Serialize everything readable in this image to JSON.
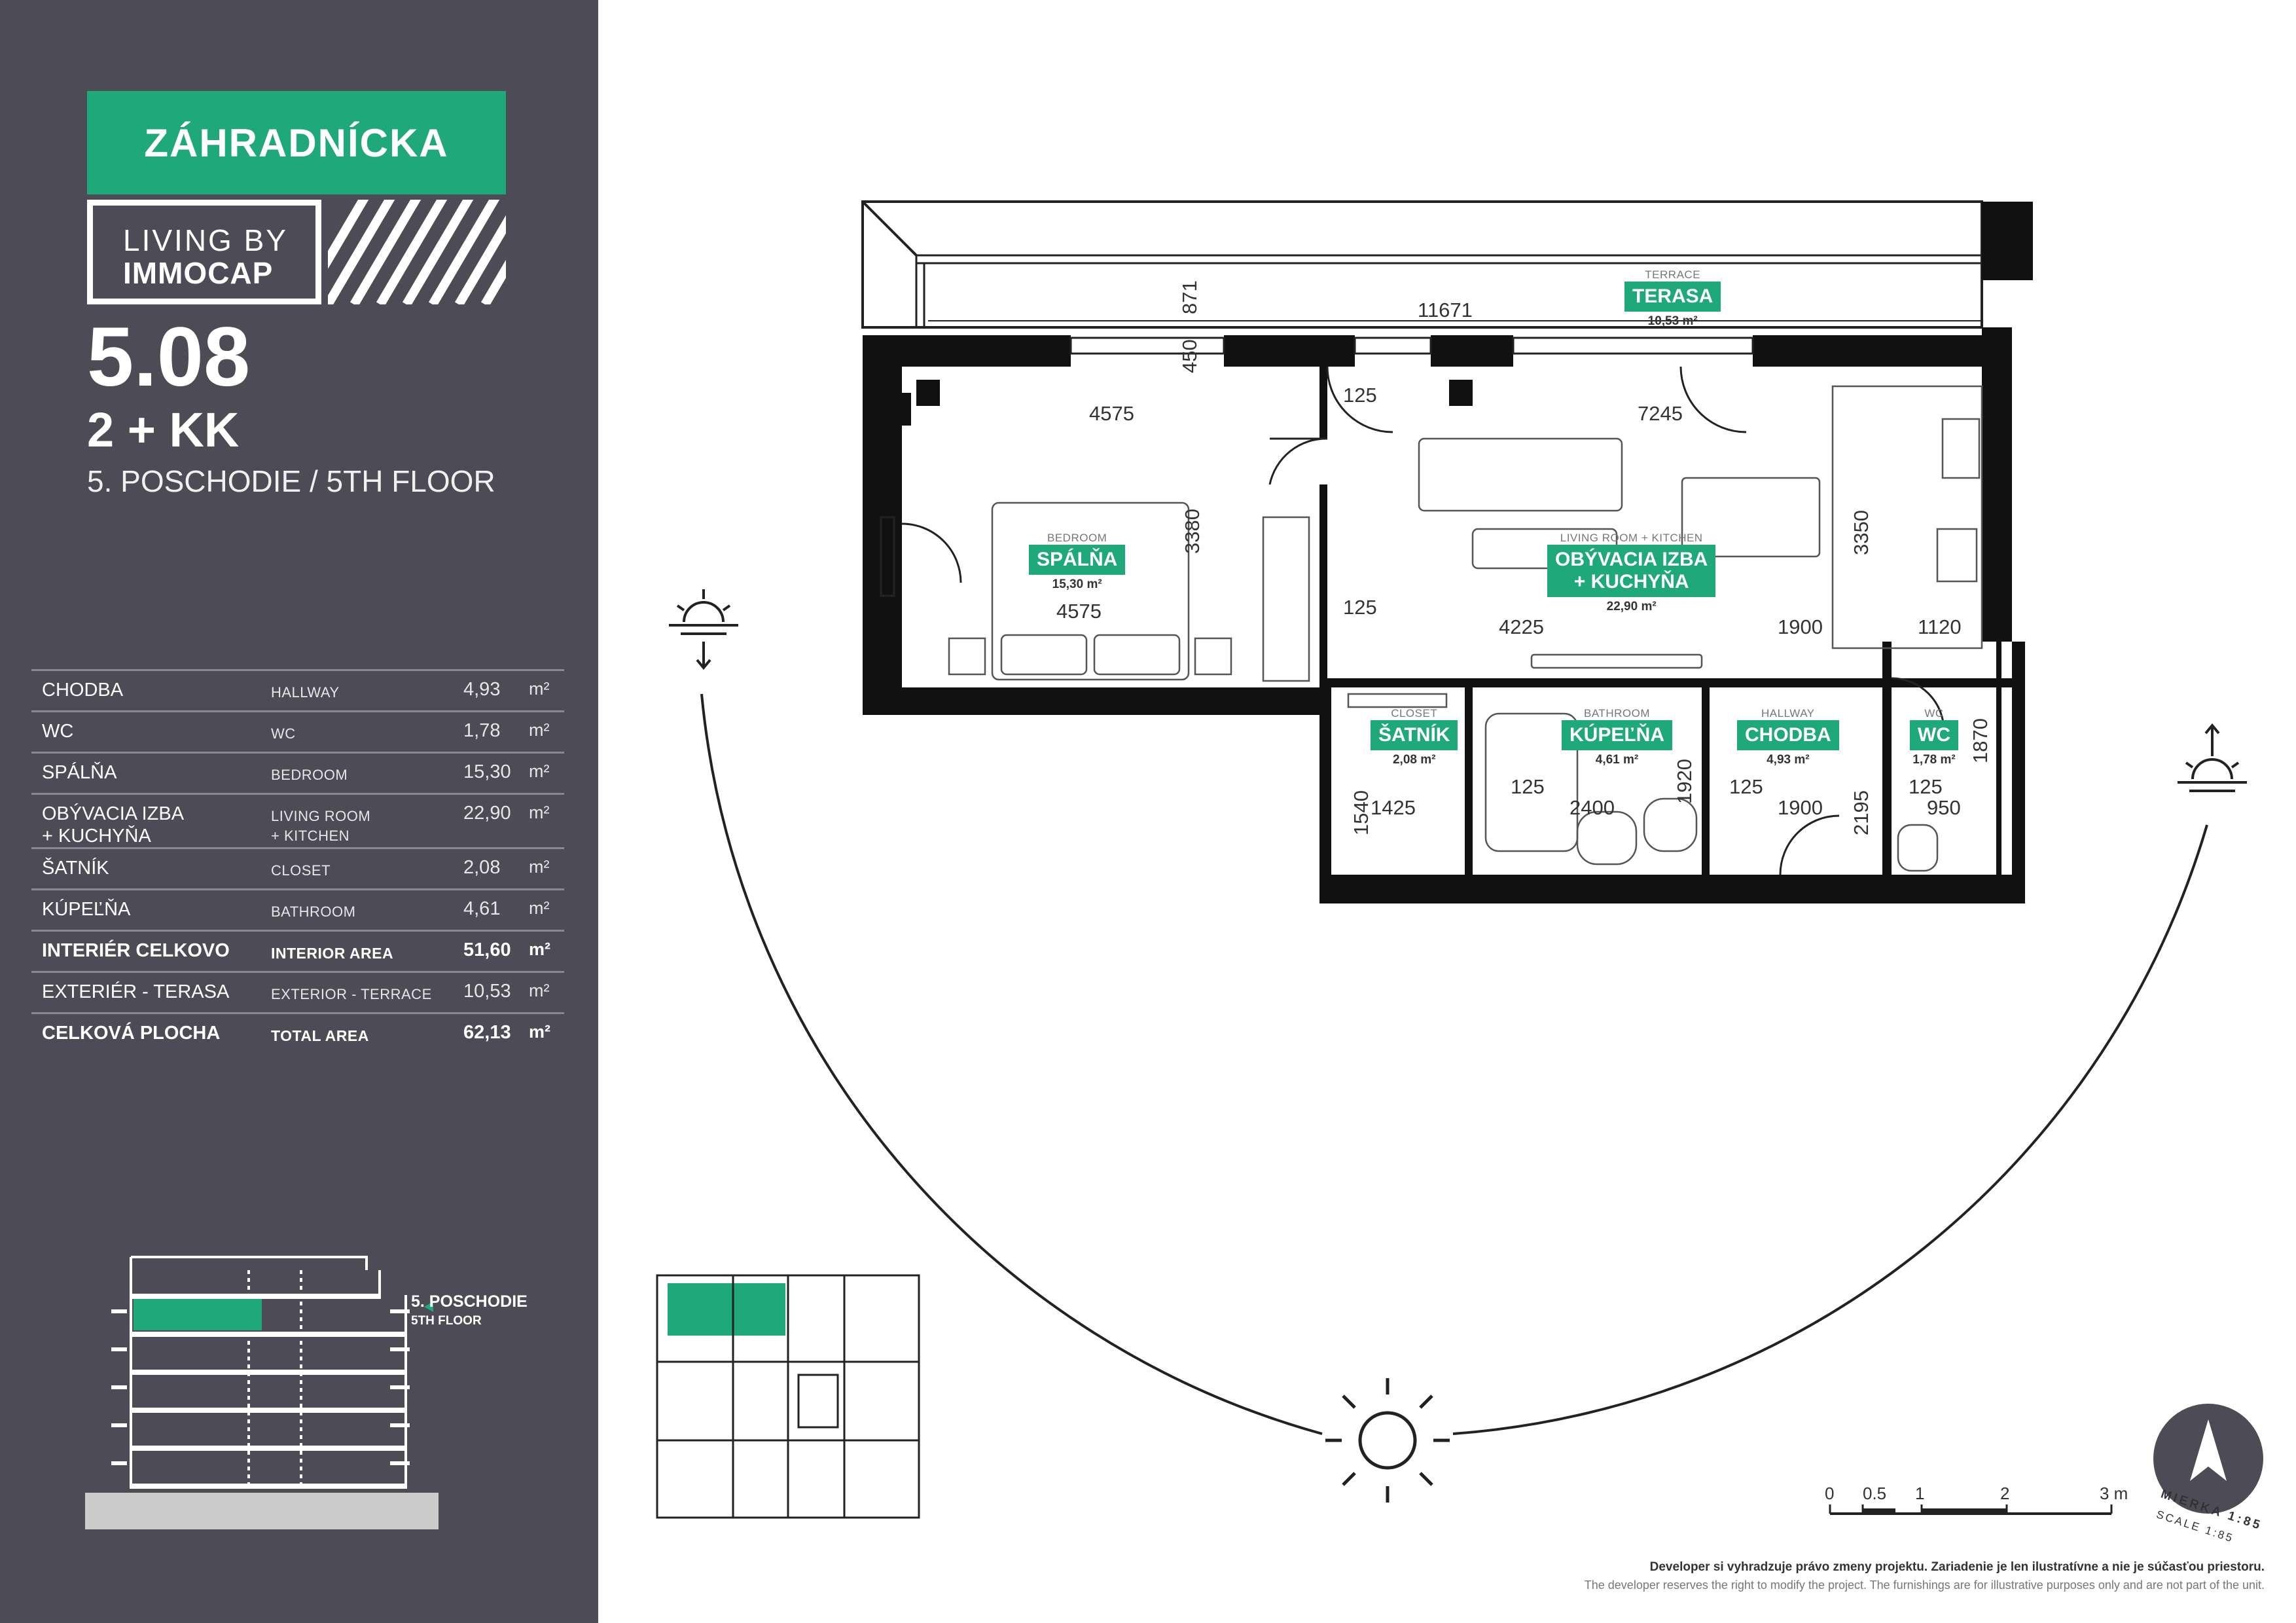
{
  "brand": {
    "name": "ZÁHRADNÍCKA",
    "living_by": "LIVING BY",
    "developer": "IMMOCAP"
  },
  "unit": {
    "number": "5.08",
    "type": "2 + KK",
    "floor": "5. POSCHODIE / 5TH FLOOR"
  },
  "areas": [
    {
      "sk": "CHODBA",
      "en": "HALLWAY",
      "value": "4,93",
      "unit": "m²"
    },
    {
      "sk": "WC",
      "en": "WC",
      "value": "1,78",
      "unit": "m²"
    },
    {
      "sk": "SPÁLŇA",
      "en": "BEDROOM",
      "value": "15,30",
      "unit": "m²"
    },
    {
      "sk": "OBÝVACIA IZBA\n+ KUCHYŇA",
      "en": "LIVING ROOM\n+ KITCHEN",
      "value": "22,90",
      "unit": "m²"
    },
    {
      "sk": "ŠATNÍK",
      "en": "CLOSET",
      "value": "2,08",
      "unit": "m²"
    },
    {
      "sk": "KÚPEĽŇA",
      "en": "BATHROOM",
      "value": "4,61",
      "unit": "m²"
    },
    {
      "sk": "INTERIÉR CELKOVO",
      "en": "INTERIOR AREA",
      "value": "51,60",
      "unit": "m²"
    },
    {
      "sk": "EXTERIÉR - TERASA",
      "en": "EXTERIOR - TERRACE",
      "value": "10,53",
      "unit": "m²"
    },
    {
      "sk": "CELKOVÁ PLOCHA",
      "en": "TOTAL AREA",
      "value": "62,13",
      "unit": "m²"
    }
  ],
  "floor_marker": {
    "sk": "5. POSCHODIE",
    "en": "5TH FLOOR"
  },
  "rooms": {
    "terrace": {
      "en": "TERRACE",
      "sk": "TERASA",
      "area": "10,53 m²"
    },
    "bedroom": {
      "en": "BEDROOM",
      "sk": "SPÁLŇA",
      "area": "15,30 m²"
    },
    "living": {
      "en": "LIVING ROOM + KITCHEN",
      "sk": "OBÝVACIA IZBA\n+ KUCHYŇA",
      "area": "22,90 m²"
    },
    "closet": {
      "en": "CLOSET",
      "sk": "ŠATNÍK",
      "area": "2,08 m²"
    },
    "bathroom": {
      "en": "BATHROOM",
      "sk": "KÚPEĽŇA",
      "area": "4,61 m²"
    },
    "hallway": {
      "en": "HALLWAY",
      "sk": "CHODBA",
      "area": "4,93 m²"
    },
    "wc": {
      "en": "WC",
      "sk": "WC",
      "area": "1,78 m²"
    }
  },
  "dimensions": {
    "terrace_width": "11671",
    "terrace_depth": "871",
    "window_450": "450",
    "bed_top": "4575",
    "bed_mid": "4575",
    "bed_depth": "3380",
    "wall_125_a": "125",
    "wall_125_b": "125",
    "living_top": "7245",
    "living_depth": "3350",
    "liv_4225": "4225",
    "liv_1900": "1900",
    "liv_1120": "1120",
    "closet_1540": "1540",
    "closet_1425": "1425",
    "bath_125": "125",
    "bath_2400": "2400",
    "bath_1920": "1920",
    "hall_125": "125",
    "hall_1900": "1900",
    "hall_2195": "2195",
    "wc_125": "125",
    "wc_950": "950",
    "wc_1870": "1870"
  },
  "scale": {
    "ticks": [
      "0",
      "0.5",
      "1",
      "2",
      "3 m"
    ],
    "mierka": "MIERKA 1:85",
    "scale_en": "SCALE 1:85"
  },
  "disclaimer": {
    "sk": "Developer si vyhradzuje právo zmeny projektu. Zariadenie je len ilustratívne a nie je súčasťou priestoru.",
    "en": "The developer reserves the right to modify the project. The furnishings are for illustrative purposes only and are not part of the unit."
  },
  "colors": {
    "panel": "#4d4b55",
    "accent": "#1fa97a",
    "wall": "#111111"
  }
}
